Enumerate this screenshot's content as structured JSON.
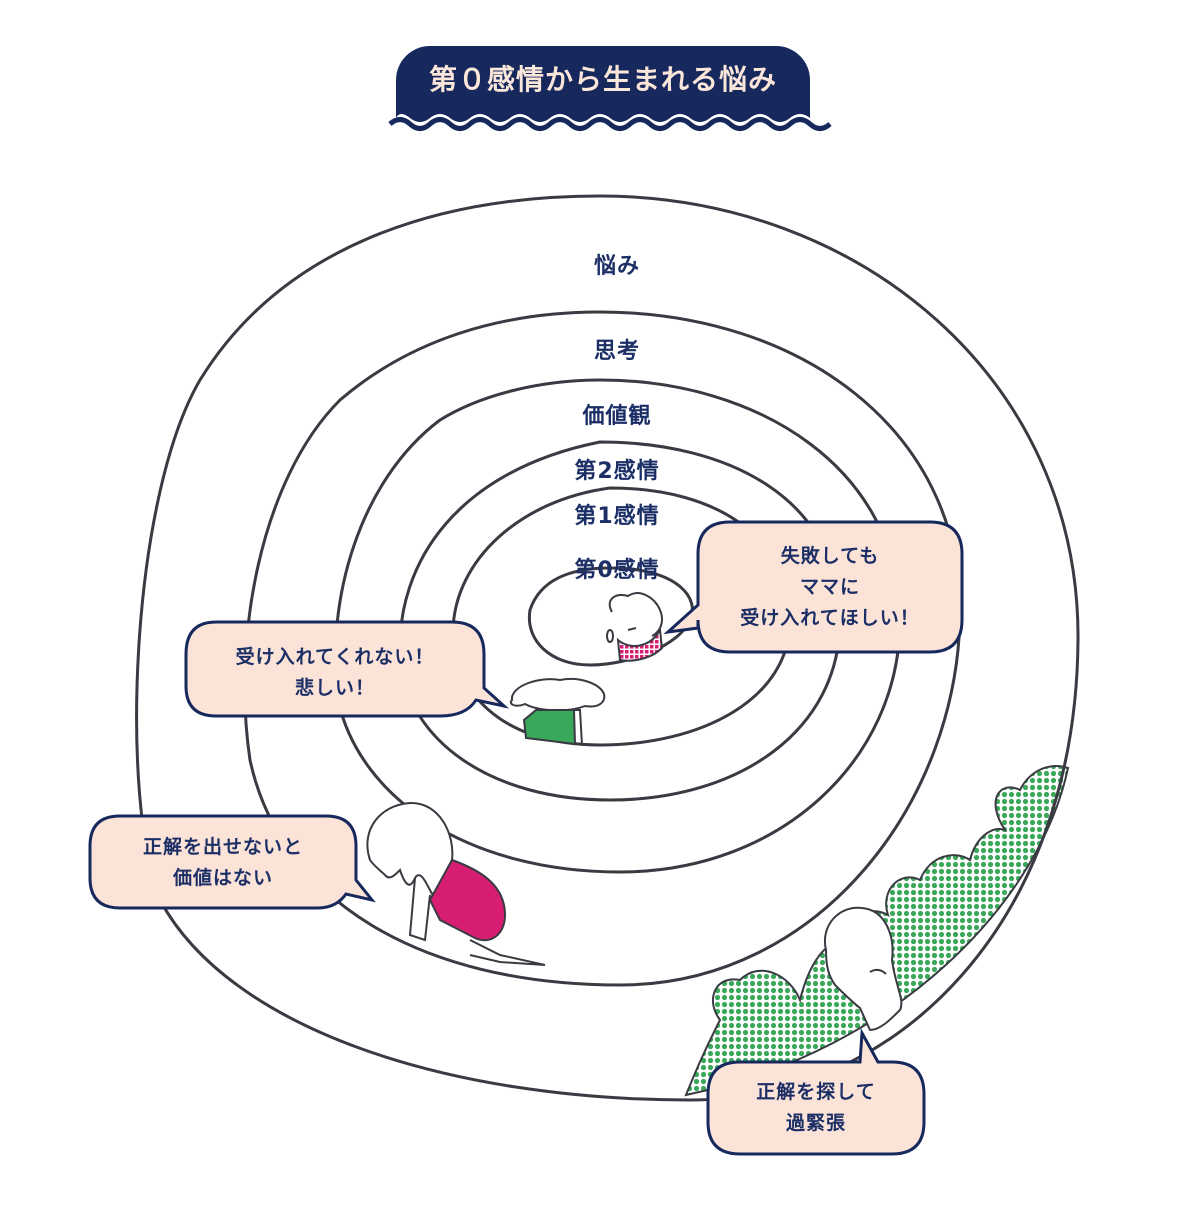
{
  "title": "第０感情から生まれる悩み",
  "colors": {
    "navy": "#16285c",
    "text": "#1b2f66",
    "title_text": "#fbe6da",
    "bubble_fill": "#fce3d8",
    "ring_line": "#3a3a42",
    "green": "#3aa85a",
    "magenta": "#d81e73"
  },
  "rings": [
    {
      "id": "outer",
      "label": "悩み"
    },
    {
      "id": "ring2",
      "label": "思考"
    },
    {
      "id": "ring3",
      "label": "価値観"
    },
    {
      "id": "ring4",
      "label": "第2感情"
    },
    {
      "id": "ring5",
      "label": "第1感情"
    },
    {
      "id": "core",
      "label": "第0感情"
    }
  ],
  "bubbles": [
    {
      "id": "core-bubble",
      "lines": [
        "失敗しても",
        "ママに",
        "受け入れてほしい！"
      ]
    },
    {
      "id": "first-emotion-bubble",
      "lines": [
        "受け入れてくれない！",
        "悲しい！"
      ]
    },
    {
      "id": "values-bubble",
      "lines": [
        "正解を出せないと",
        "価値はない"
      ]
    },
    {
      "id": "worry-bubble",
      "lines": [
        "正解を探して",
        "過緊張"
      ]
    }
  ]
}
